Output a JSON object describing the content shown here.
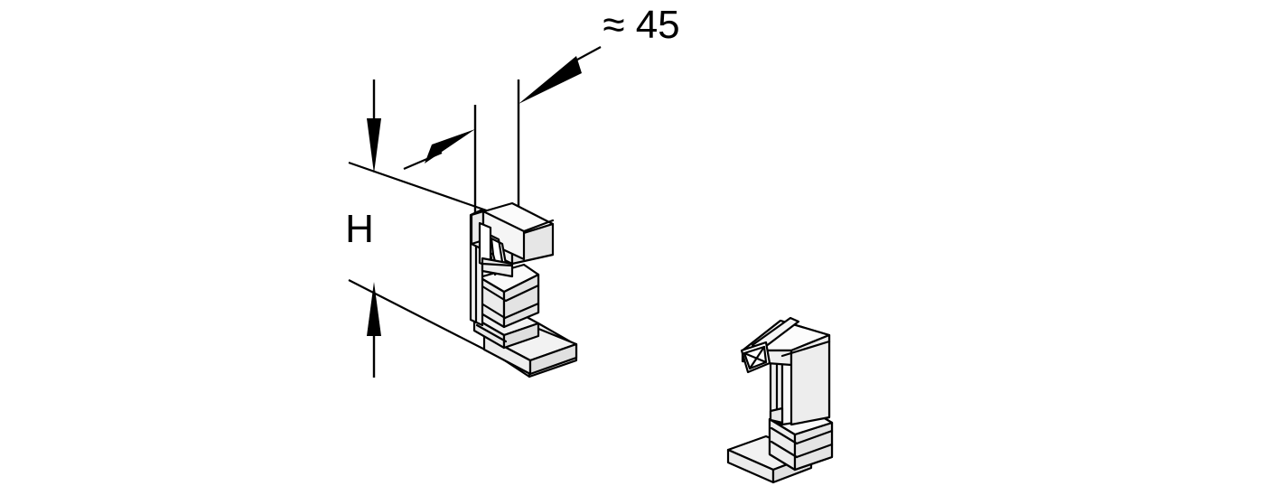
{
  "drawing": {
    "title": "Isometric clamp bracket dimension drawing",
    "background_color": "#ffffff",
    "line_color": "#000000",
    "face_fill_light": "#f2f2f2",
    "face_fill_mid": "#e8e8e8",
    "face_fill_white": "#ffffff"
  },
  "annotations": {
    "height_label": "H",
    "angle_label": "≈ 45"
  },
  "views": {
    "primary": {
      "name": "clamp-bracket-primary-view",
      "description": "Sheet metal clamp bracket, isometric view, dimensioned"
    },
    "secondary": {
      "name": "clamp-bracket-secondary-view",
      "description": "Sheet metal clamp bracket, rotated isometric view"
    }
  },
  "dimension_lines": {
    "height_upper_arrow": "arrow-down",
    "height_lower_arrow": "arrow-up",
    "angle_leader_arrow": "arrow-down-left"
  }
}
